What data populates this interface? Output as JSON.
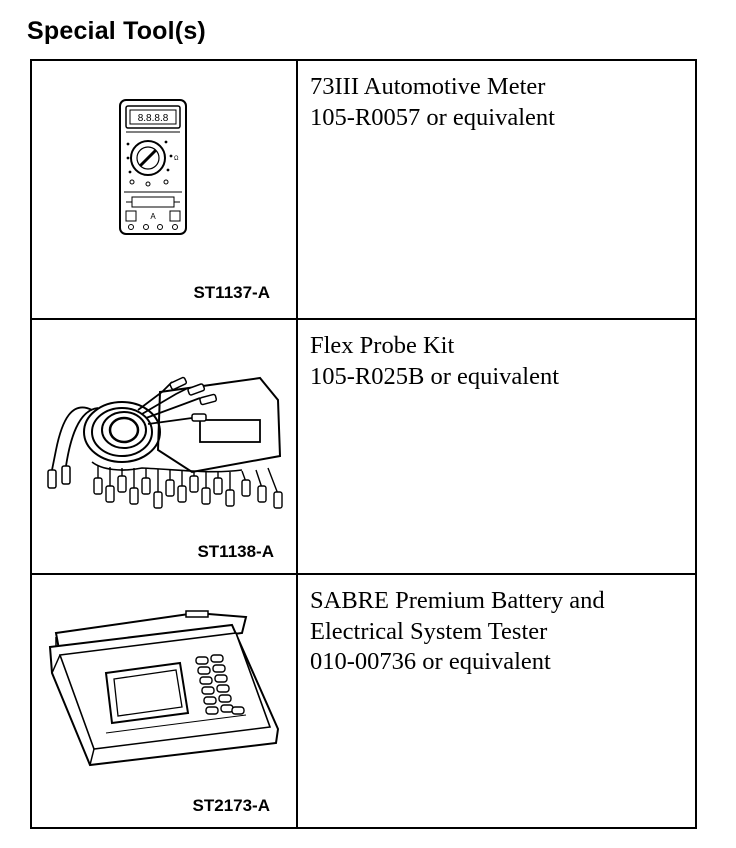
{
  "page": {
    "title": "Special Tool(s)"
  },
  "tools": [
    {
      "code": "ST1137-A",
      "icon": "multimeter-icon",
      "lines": [
        "73III Automotive Meter",
        "105-R0057 or equivalent"
      ]
    },
    {
      "code": "ST1138-A",
      "icon": "probe-kit-icon",
      "lines": [
        "Flex Probe Kit",
        "105-R025B or equivalent"
      ]
    },
    {
      "code": "ST2173-A",
      "icon": "battery-tester-icon",
      "lines": [
        "SABRE Premium Battery and",
        "Electrical System Tester",
        "010-00736 or equivalent"
      ]
    }
  ]
}
